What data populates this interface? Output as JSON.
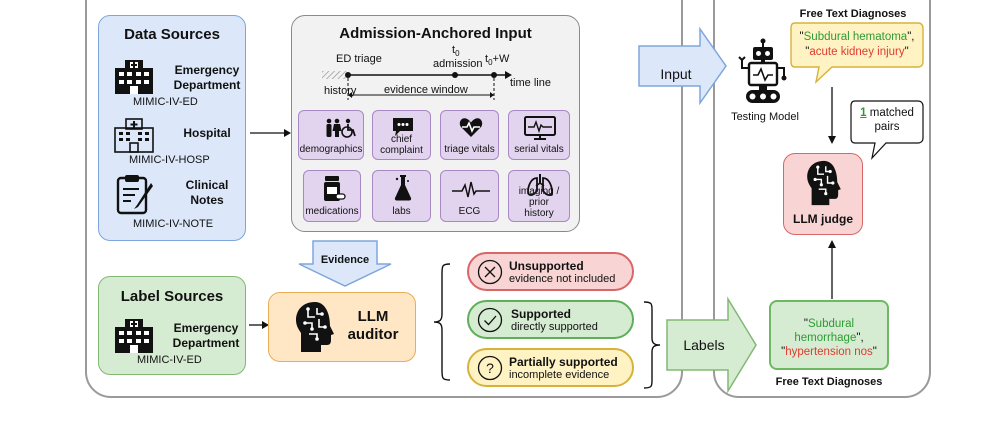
{
  "data_sources": {
    "title": "Data Sources",
    "items": [
      {
        "name_line1": "Emergency",
        "name_line2": "Department",
        "db": "MIMIC-IV-ED",
        "icon": "hospital-icon"
      },
      {
        "name_line1": "Hospital",
        "name_line2": "",
        "db": "MIMIC-IV-HOSP",
        "icon": "hospital-outline-icon"
      },
      {
        "name_line1": "Clinical",
        "name_line2": "Notes",
        "db": "MIMIC-IV-NOTE",
        "icon": "clipboard-icon"
      }
    ]
  },
  "admission_input": {
    "title": "Admission-Anchored Input",
    "timeline": {
      "ed_triage": "ED triage",
      "t0": "t",
      "t0_sub": "0",
      "admission": "admission",
      "t0w": "t",
      "t0w_sub": "0",
      "t0w_suffix": "+W",
      "time_line": "time line",
      "history": "history",
      "evidence_window": "evidence window"
    },
    "tiles": [
      {
        "label": "demographics",
        "icon": "people-icon"
      },
      {
        "label": "chief complaint",
        "icon": "speech-bubble-icon"
      },
      {
        "label": "triage vitals",
        "icon": "heart-pulse-icon"
      },
      {
        "label": "serial vitals",
        "icon": "monitor-icon"
      },
      {
        "label": "medications",
        "icon": "pill-bottle-icon"
      },
      {
        "label": "labs",
        "icon": "flask-icon"
      },
      {
        "label": "ECG",
        "icon": "ecg-icon"
      },
      {
        "label": "imaging / prior history",
        "icon": "lungs-icon"
      }
    ]
  },
  "evidence_arrow": "Evidence",
  "label_sources": {
    "title": "Label Sources",
    "name_line1": "Emergency",
    "name_line2": "Department",
    "db": "MIMIC-IV-ED"
  },
  "llm_auditor": {
    "line1": "LLM",
    "line2": "auditor"
  },
  "support_labels": [
    {
      "title": "Unsupported",
      "desc": "evidence not included",
      "icon": "x-circle-icon",
      "color": "#d96666"
    },
    {
      "title": "Supported",
      "desc": "directly supported",
      "icon": "check-circle-icon",
      "color": "#5fae5a"
    },
    {
      "title": "Partially supported",
      "desc": "incomplete evidence",
      "icon": "question-circle-icon",
      "color": "#d6b23c"
    }
  ],
  "input_arrow": "Input",
  "labels_arrow": "Labels",
  "testing_model": "Testing Model",
  "free_text_top": {
    "heading": "Free Text Diagnoses",
    "dx1": "Subdural hematoma",
    "dx2": "acute kidney injury"
  },
  "matched": {
    "count": "1",
    "line1": "matched",
    "line2": "pairs"
  },
  "llm_judge": "LLM judge",
  "free_text_bottom": {
    "heading": "Free Text Diagnoses",
    "dx1_line1": "Subdural",
    "dx1_line2": "hemorrhage",
    "dx2": "hypertension nos"
  }
}
